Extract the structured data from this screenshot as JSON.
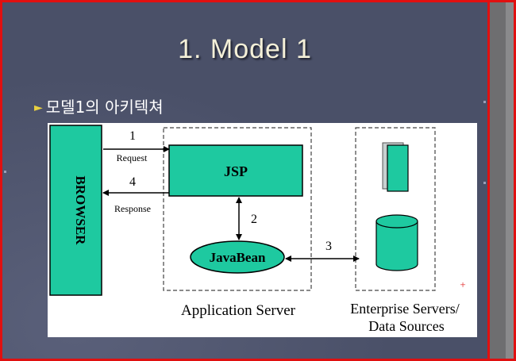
{
  "slide": {
    "title": "1. Model 1",
    "bullet": "모델1의 아키텍쳐"
  },
  "diagram": {
    "browser": "BROWSER",
    "jsp": "JSP",
    "javabean": "JavaBean",
    "step1": "1",
    "request": "Request",
    "step4": "4",
    "response": "Response",
    "step2": "2",
    "step3": "3",
    "app_server": "Application Server",
    "enterprise_line1": "Enterprise Servers/",
    "enterprise_line2": "Data Sources",
    "marker": "+"
  },
  "colors": {
    "box_fill": "#1ec9a0",
    "slide_bg": "#4a5068",
    "title": "#f4f0d8",
    "marker": "#e02020"
  }
}
